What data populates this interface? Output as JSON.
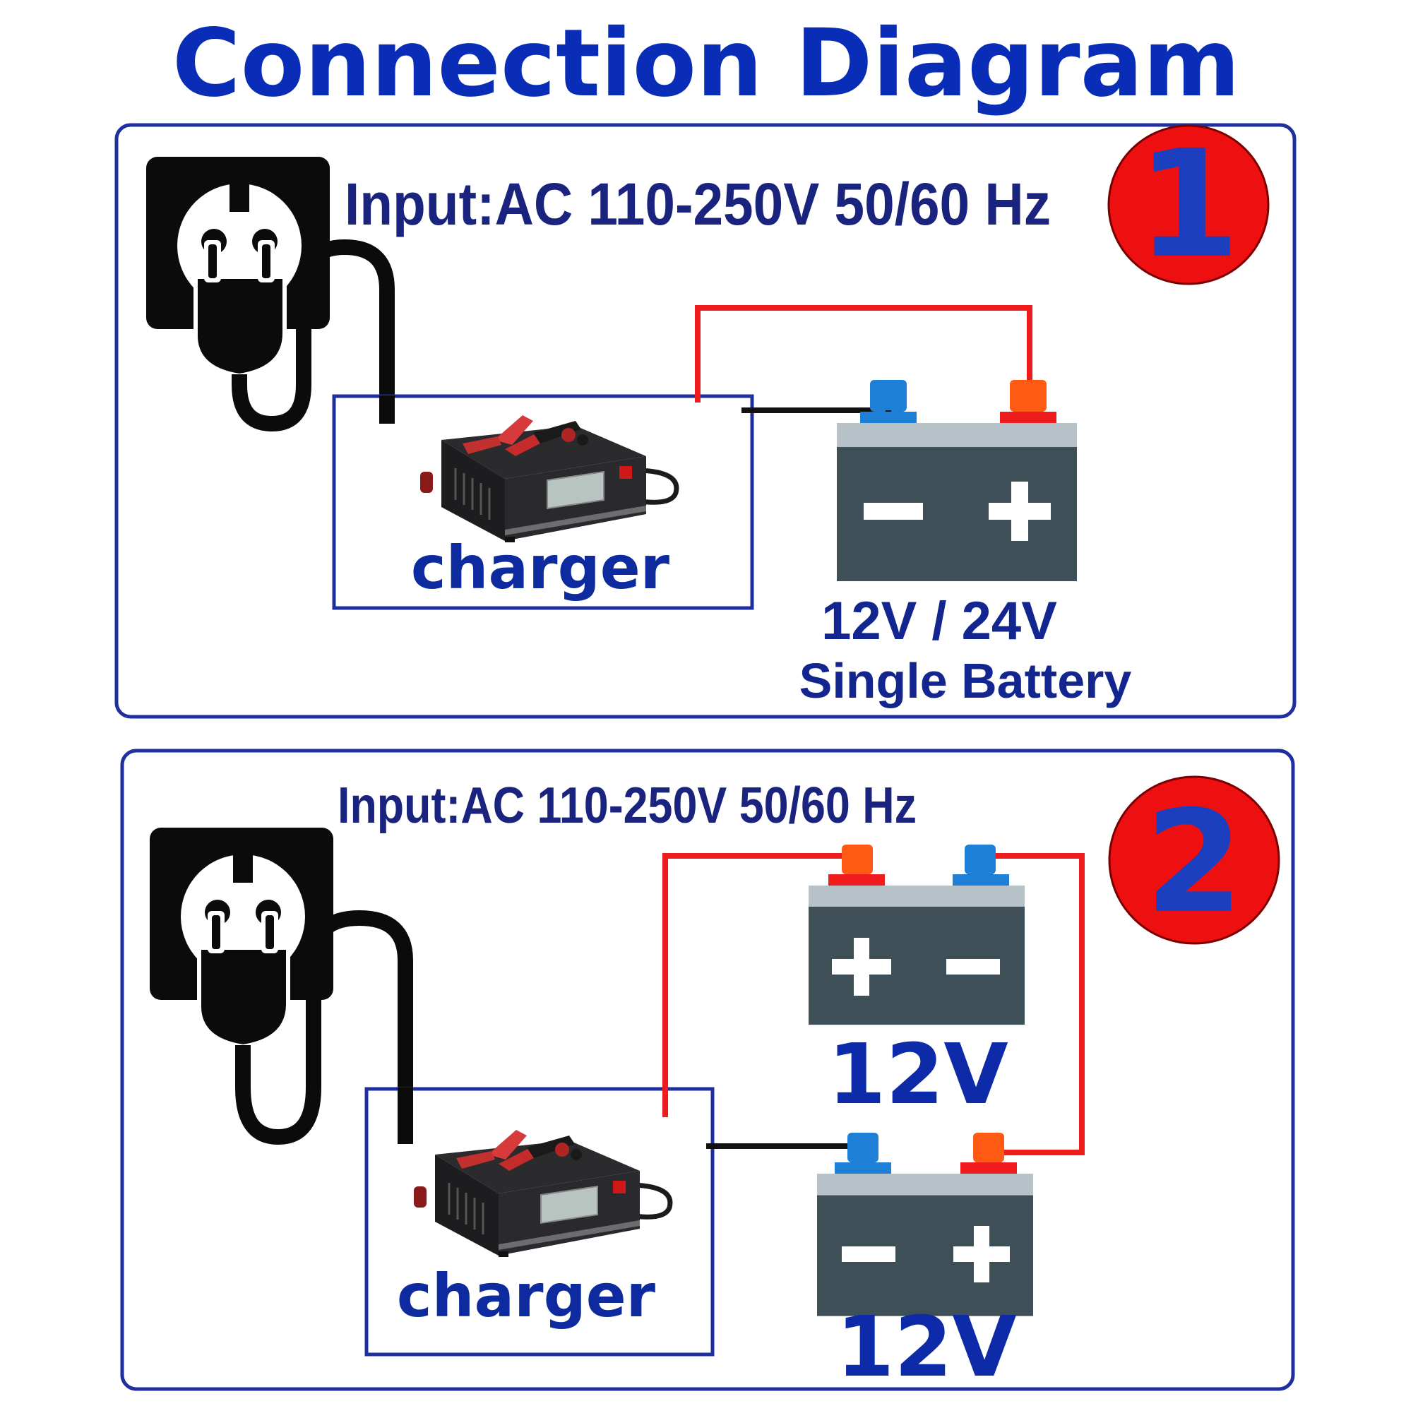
{
  "title": "Connection Diagram",
  "panels": [
    {
      "number": "1",
      "input_text": "Input:AC 110-250V 50/60 Hz",
      "charger_label": "charger",
      "battery_voltage": "12V / 24V",
      "battery_caption": "Single Battery"
    },
    {
      "number": "2",
      "input_text": "Input:AC 110-250V  50/60 Hz",
      "charger_label": "charger",
      "battery_top_label": "12V",
      "battery_bottom_label": "12V"
    }
  ],
  "colors": {
    "title_blue": "#0a2db8",
    "frame_blue": "#1f2f9e",
    "badge_red": "#ee1010",
    "wire_red": "#ee1c1c",
    "wire_black": "#111111",
    "battery_body": "#3f4f57",
    "battery_top": "#b7c2c8",
    "terminal_blue": "#1e7fd6",
    "terminal_orange": "#ff5a14"
  },
  "icons": [
    "plug-socket-icon",
    "charger-device-image",
    "battery-icon"
  ]
}
